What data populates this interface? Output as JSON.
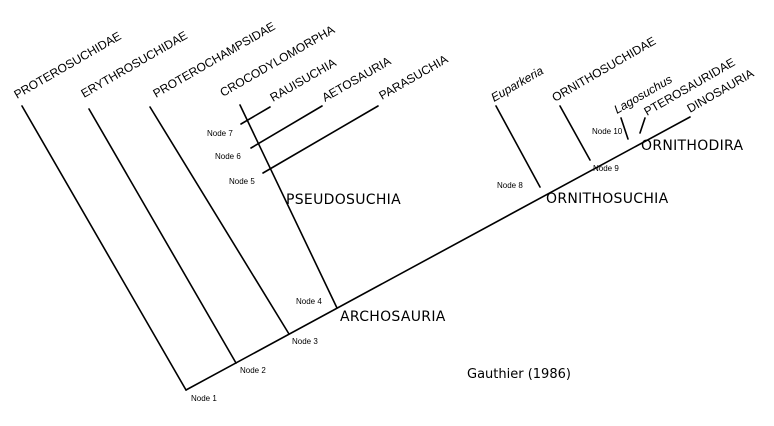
{
  "taxa": {
    "proterosuchidae": "PROTEROSUCHIDAE",
    "erythrosuchidae": "ERYTHROSUCHIDAE",
    "proterochampsidae": "PROTEROCHAMPSIDAE",
    "crocodylomorpha": "CROCODYLOMORPHA",
    "rauisuchia": "RAUISUCHIA",
    "aetosauria": "AETOSAURIA",
    "parasuchia": "PARASUCHIA",
    "euparkeria": "Euparkeria",
    "ornithosuchidae": "ORNITHOSUCHIDAE",
    "lagosuchus": "Lagosuchus",
    "pterosauridae": "PTEROSAURIDAE",
    "dinosauria": "DINOSAURIA"
  },
  "nodes": {
    "n1": "Node 1",
    "n2": "Node 2",
    "n3": "Node 3",
    "n4": "Node 4",
    "n5": "Node 5",
    "n6": "Node 6",
    "n7": "Node 7",
    "n8": "Node 8",
    "n9": "Node 9",
    "n10": "Node 10"
  },
  "clades": {
    "pseudosuchia": "PSEUDOSUCHIA",
    "archosauria": "ARCHOSAURIA",
    "ornithosuchia": "ORNITHOSUCHIA",
    "ornithodira": "ORNITHODIRA"
  },
  "citation": "Gauthier (1986)"
}
